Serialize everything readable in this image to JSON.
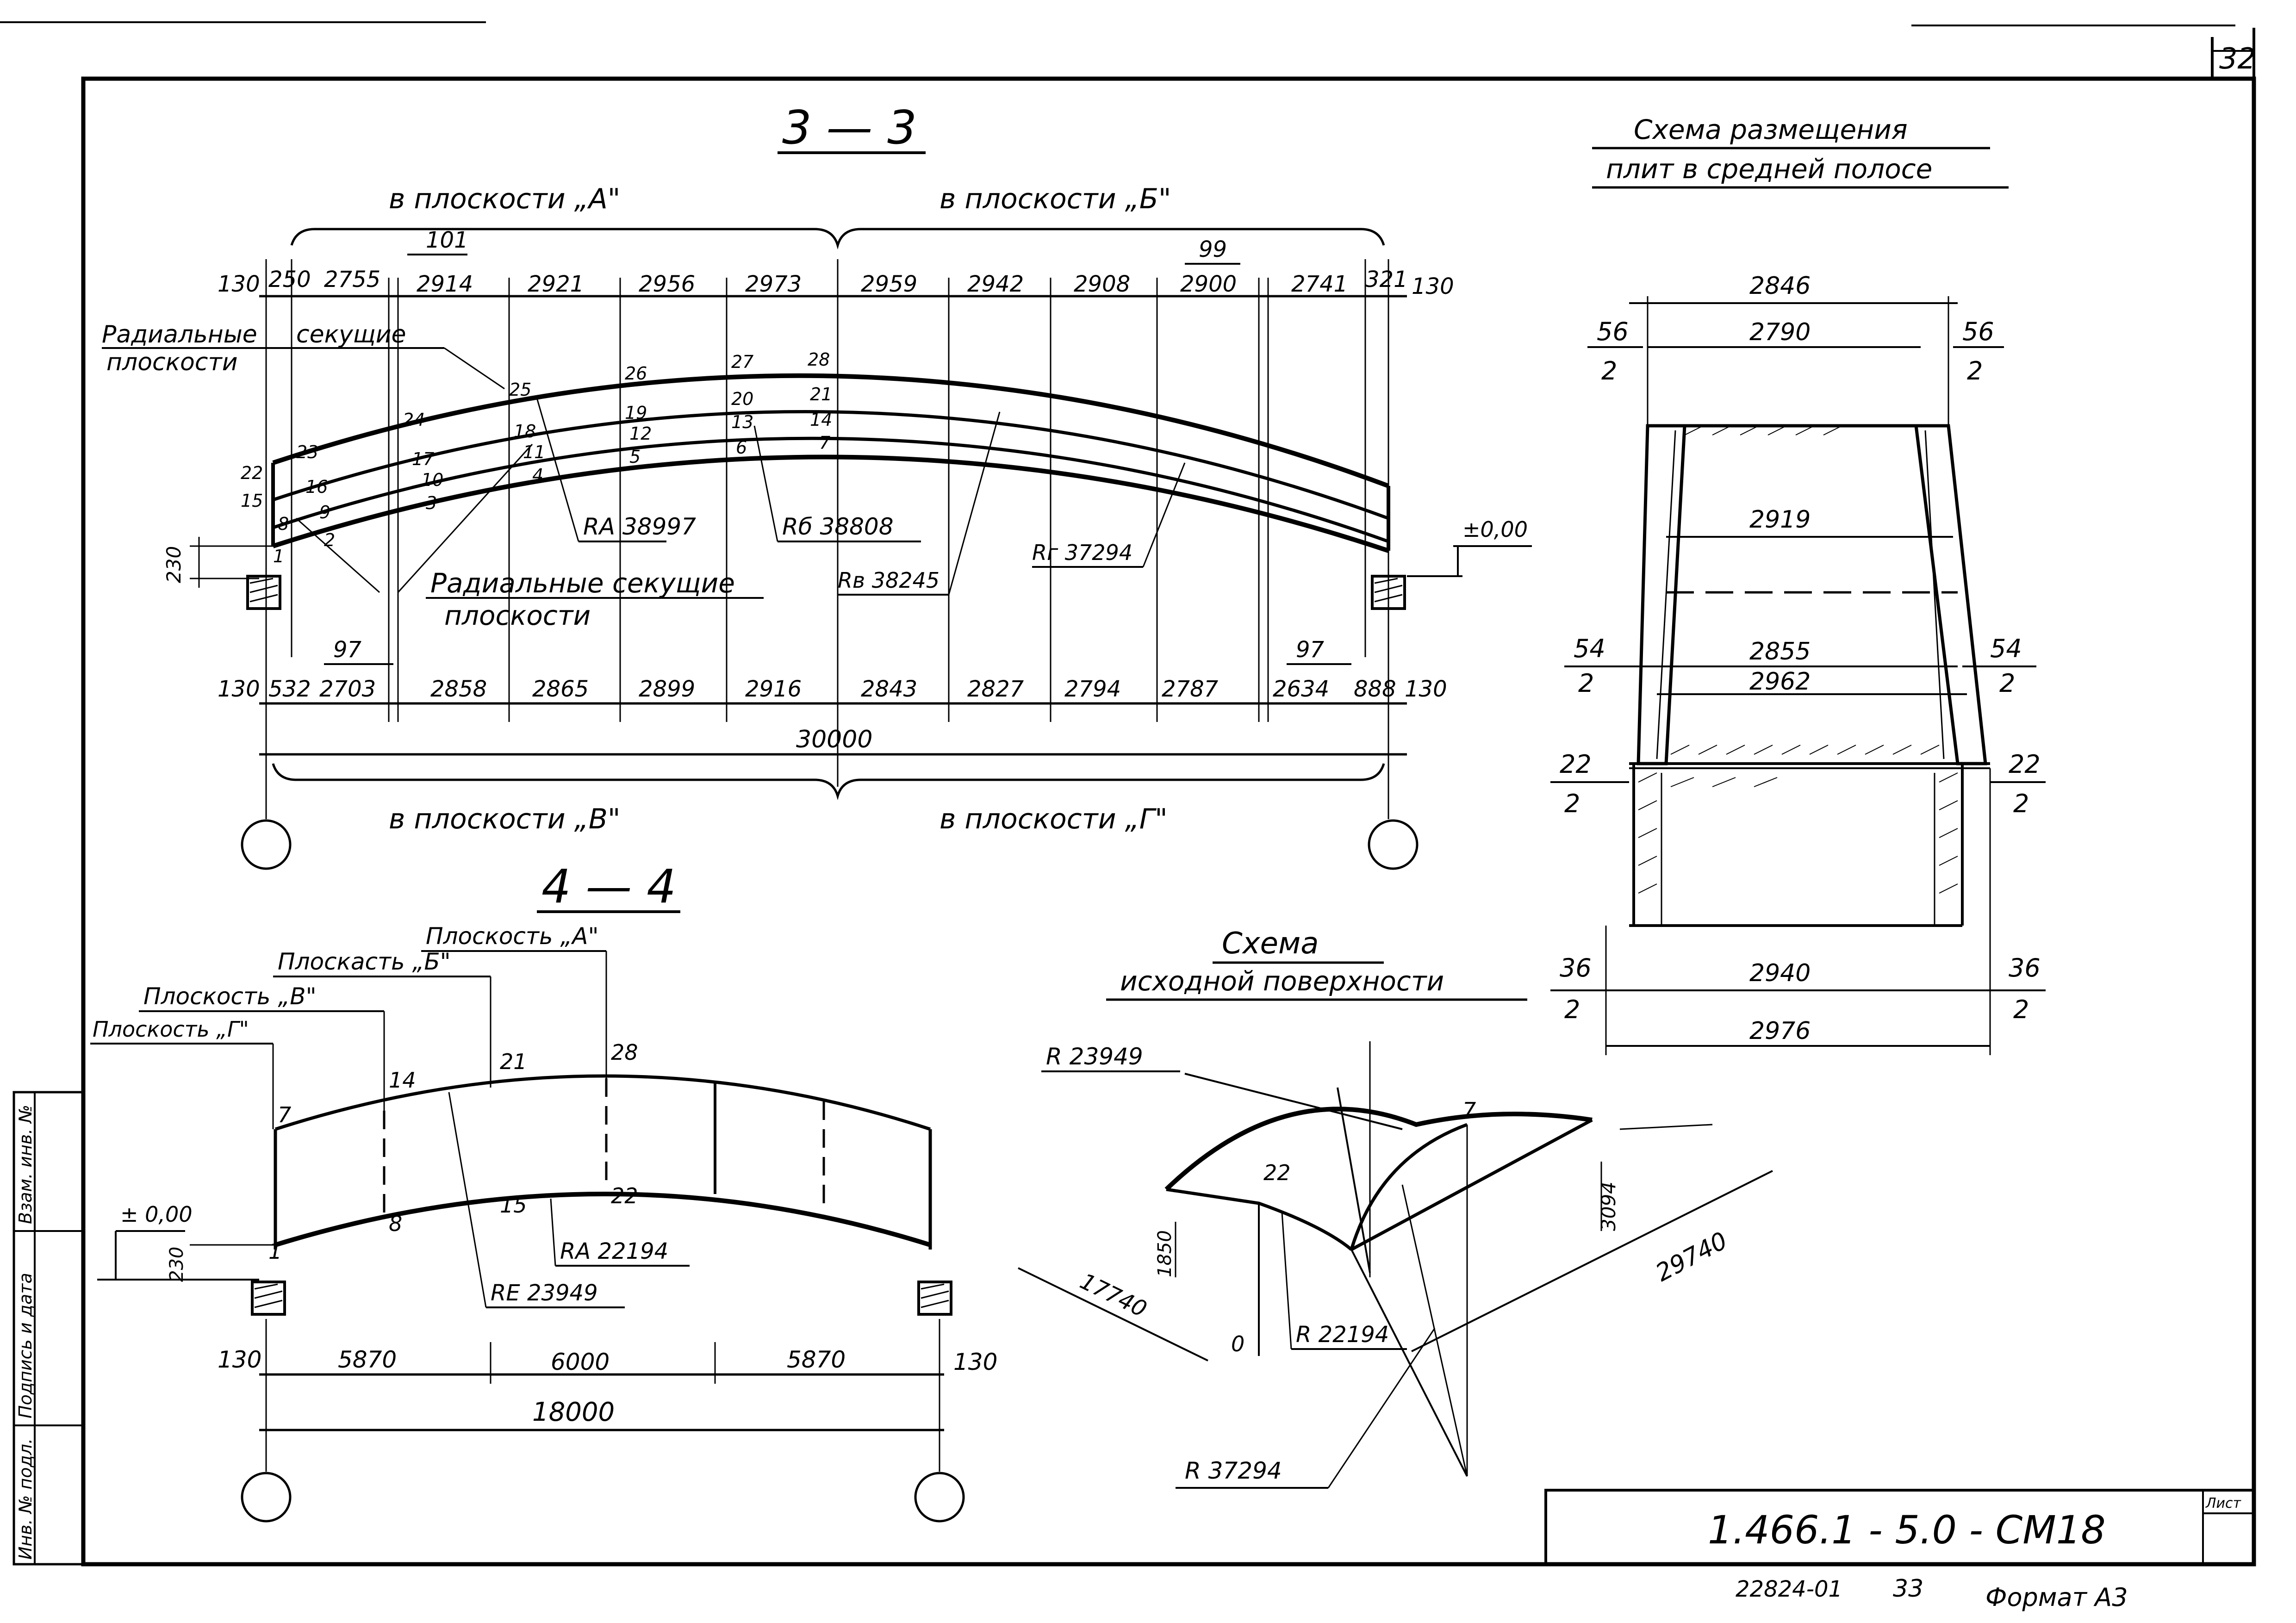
{
  "sheet": {
    "sheet_number": "32",
    "designation": "1.466.1 - 5.0 - CM18",
    "inventory_number": "22824-01",
    "page_number": "33",
    "format_label": "Формат А3",
    "list_label": "Лист",
    "side_stamp": [
      "Инв. № подл.",
      "Подпись и дата",
      "Взам. инв. №"
    ]
  },
  "section_3_3": {
    "title": "3 — 3",
    "plane_a": "в плоскости „А\"",
    "plane_b": "в плоскости „Б\"",
    "plane_v": "в плоскости „В\"",
    "plane_g": "в плоскости „Г\"",
    "radial_upper_1": "Радиальные",
    "radial_upper_2": "секущие",
    "radial_upper_3": "плоскости",
    "radial_lower_1": "Радиальные секущие",
    "radial_lower_2": "плоскости",
    "top_dims": [
      "130",
      "250",
      "2755",
      "2914",
      "2921",
      "2956",
      "2973",
      "2959",
      "2942",
      "2908",
      "2900",
      "2741",
      "321",
      "130"
    ],
    "top_extra_101": "101",
    "top_extra_99": "99",
    "bottom_dims": [
      "130",
      "532",
      "2703",
      "2858",
      "2865",
      "2899",
      "2916",
      "2843",
      "2827",
      "2794",
      "2787",
      "2634",
      "888",
      "130"
    ],
    "bottom_extra_97_left": "97",
    "bottom_extra_97_right": "97",
    "total": "30000",
    "height_230": "230",
    "level": "±0,00",
    "ra": "RА 38997",
    "rb": "Rб 38808",
    "rv": "Rв 38245",
    "rg": "Rг 37294",
    "points": [
      "1",
      "2",
      "3",
      "4",
      "5",
      "6",
      "7",
      "8",
      "9",
      "10",
      "11",
      "12",
      "13",
      "14",
      "15",
      "16",
      "17",
      "18",
      "19",
      "20",
      "21",
      "22",
      "23",
      "24",
      "25",
      "26",
      "27",
      "28"
    ]
  },
  "section_4_4": {
    "title": "4 — 4",
    "plane_a": "Плоскость „А\"",
    "plane_b": "Плоскасть „Б\"",
    "plane_v": "Плоскость „В\"",
    "plane_g": "Плоскость „Г\"",
    "level": "± 0,00",
    "height_230": "230",
    "ra": "RА 22194",
    "re": "RЕ 23949",
    "dims": [
      "130",
      "5870",
      "6000",
      "5870",
      "130"
    ],
    "total": "18000",
    "points": [
      "1",
      "7",
      "8",
      "14",
      "15",
      "21",
      "22",
      "28"
    ]
  },
  "plate_scheme": {
    "title_1": "Схема размещения",
    "title_2": "плит в средней полосе",
    "top_outer": "2846",
    "top_inner": "2790",
    "w1": "2919",
    "w2": "2855",
    "w3": "2962",
    "w4": "2940",
    "bottom_outer": "2976",
    "frac_56_top": "56",
    "frac_56_bot": "2",
    "frac_54_top": "54",
    "frac_54_bot": "2",
    "frac_22_top": "22",
    "frac_22_bot": "2",
    "frac_36_top": "36",
    "frac_36_bot": "2"
  },
  "surface_scheme": {
    "title_1": "Схема",
    "title_2": "исходной поверхности",
    "r1": "R 23949",
    "r2": "R 22194",
    "r3": "R 37294",
    "d1": "17740",
    "d2": "29740",
    "h1": "3094",
    "h2": "1850",
    "p7": "7",
    "p22": "22",
    "p0": "0"
  }
}
